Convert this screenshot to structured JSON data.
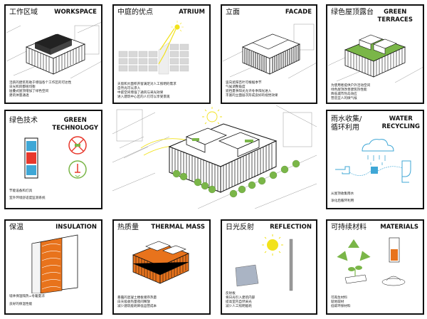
{
  "cards": {
    "workspace": {
      "title_zh": "工作区域",
      "title_en": "WORKSPACE",
      "desc": [
        "活跃的建筑有助于增强各个工作区的可达性",
        "日光和风都很均衡",
        "层叠式屋顶增加了绿色空间",
        "建筑体量通透"
      ]
    },
    "atrium": {
      "title_zh": "中庭的优点",
      "title_en": "ATRIUM",
      "desc": [
        "天窗和大面积开窗满足对人工照明的需求",
        "自然光可以渗入",
        "中庭空间增强了通风与采光效果",
        "进入建筑中心区的人们可以享受景观"
      ]
    },
    "facade": {
      "title_zh": "立面",
      "title_en": "FACADE",
      "desc": [
        "竖向遮阳百叶可根据季节",
        "气候调整角度",
        "遮挡夏季阳光允许冬季阳光进入",
        "丰富的立面层次形成良好的视觉效果"
      ]
    },
    "green_terraces": {
      "title_zh": "绿色屋顶露台",
      "title_en_line1": "GREEN",
      "title_en_line2": "TERRACES",
      "desc": [
        "为使用者提供户外活动空间",
        "绿色屋顶改善建筑热性能",
        "降低城市热岛效应",
        "营造宜人的微气候"
      ]
    },
    "green_tech": {
      "title_zh": "绿色技术",
      "title_en_line1": "GREEN",
      "title_en_line2": "TECHNOLOGY",
      "desc": [
        "节能设备和灯具",
        "室外环境舒适度监测系统"
      ]
    },
    "water": {
      "title_zh_line1": "雨水收集/",
      "title_zh_line2": "循环利用",
      "title_en_line1": "WATER",
      "title_en_line2": "RECYCLING",
      "desc": [
        "从屋顶收集雨水",
        "净化后循环利用"
      ]
    },
    "insulation": {
      "title_zh": "保温",
      "title_en": "INSULATION",
      "desc": [
        "墙体保温隔热=冬暖夏凉",
        "良好的保温性能"
      ]
    },
    "thermal": {
      "title_zh": "热质量",
      "title_en": "THERMAL MASS",
      "desc": [
        "暴露的混凝土楼板储存热量",
        "白天吸收热量夜间释放",
        "减少建筑能耗降低运营成本"
      ]
    },
    "reflection": {
      "title_zh": "日光反射",
      "title_en": "REFLECTION",
      "desc": [
        "反射板",
        "将日光引入建筑内部",
        "提高室内自然采光",
        "减少人工照明能耗"
      ]
    },
    "materials": {
      "title_zh": "可持续材料",
      "title_en": "MATERIALS",
      "desc": [
        "可再生材料",
        "就地取材",
        "低碳环保材料"
      ]
    }
  },
  "colors": {
    "border": "#111111",
    "green": "#7ab648",
    "sun_yellow": "#f2e21b",
    "orange": "#e8731c",
    "blue": "#3fa7d6",
    "red": "#e8382c",
    "gray": "#9a9a9a"
  }
}
